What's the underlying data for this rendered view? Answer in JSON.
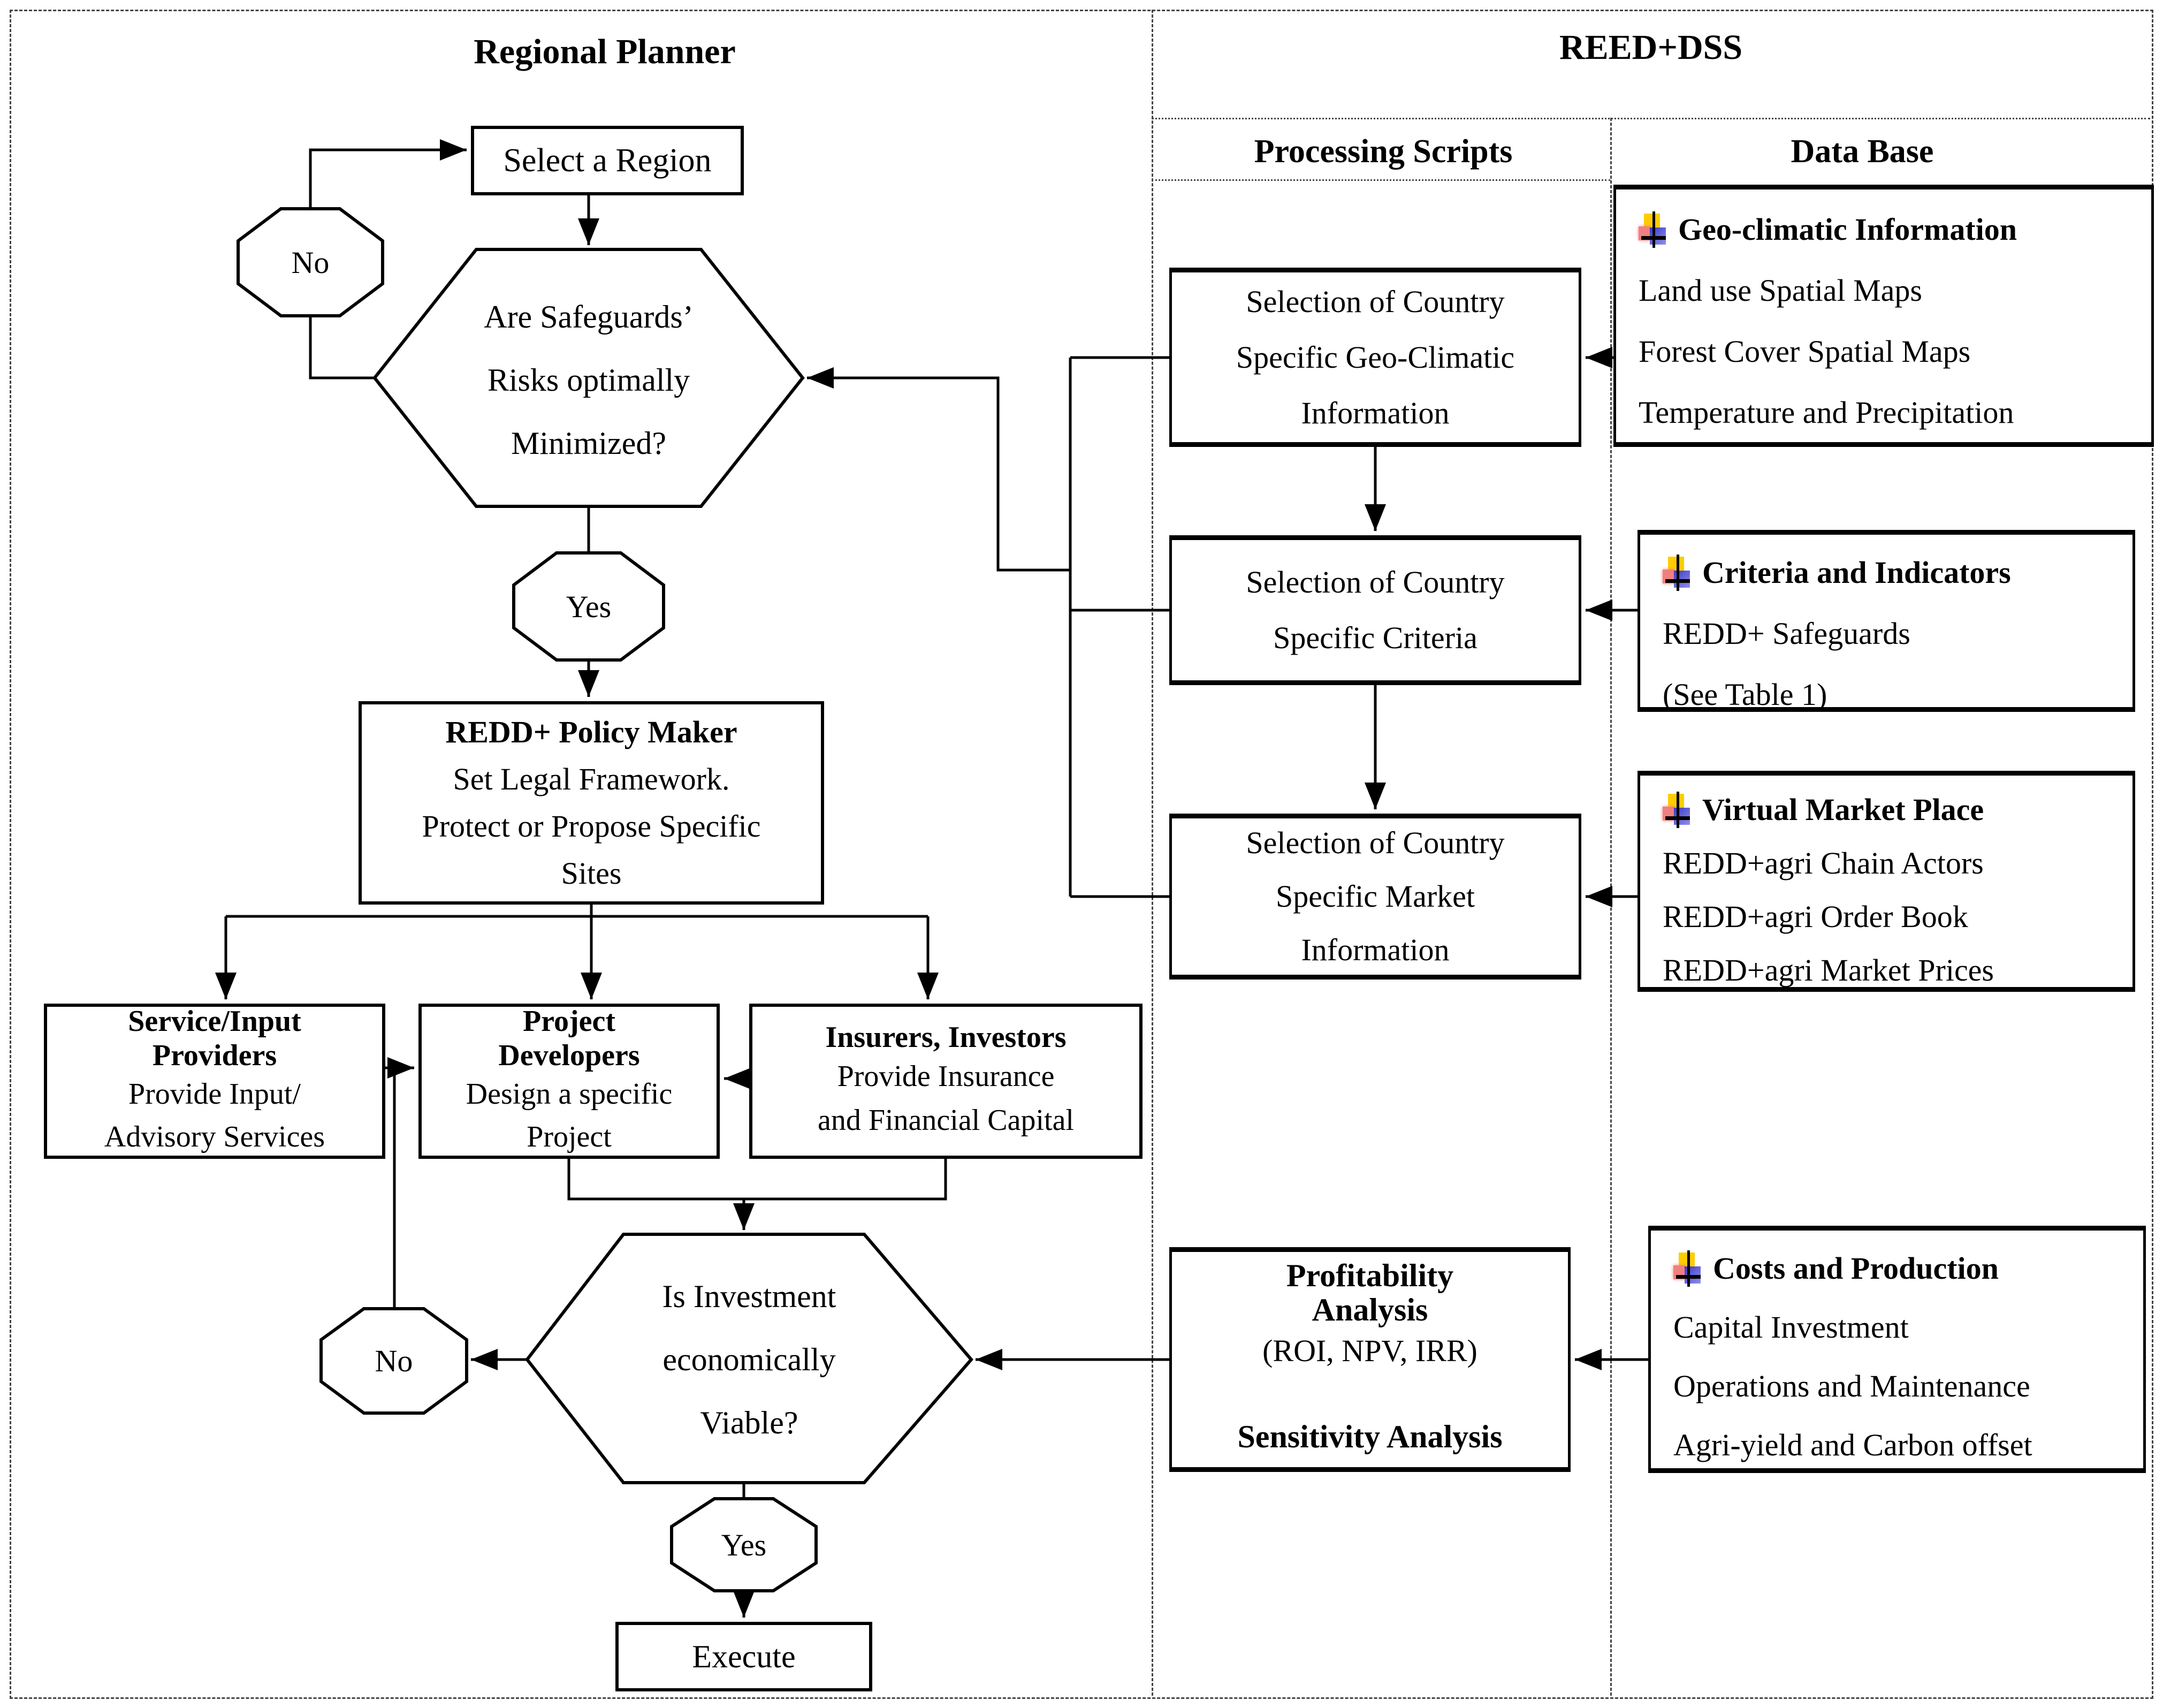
{
  "panels": {
    "left_title": "Regional Planner",
    "right_title": "REED+DSS",
    "columns": {
      "processing": "Processing Scripts",
      "database": "Data Base"
    }
  },
  "nodes": {
    "select_region": {
      "label": "Select a Region"
    },
    "safeguards_decision": {
      "lines": [
        "Are Safeguards’",
        "Risks optimally",
        "Minimized?"
      ]
    },
    "no_top": {
      "label": "No"
    },
    "yes_top": {
      "label": "Yes"
    },
    "policy_maker": {
      "title": "REDD+ Policy Maker",
      "lines": [
        "Set Legal Framework.",
        "Protect or Propose Specific",
        "Sites"
      ]
    },
    "service_providers": {
      "title_lines": [
        "Service/Input",
        "Providers"
      ],
      "lines": [
        "Provide Input/",
        "Advisory Services"
      ]
    },
    "project_developers": {
      "title_lines": [
        "Project",
        "Developers"
      ],
      "lines": [
        "Design a specific",
        "Project"
      ]
    },
    "insurers_investors": {
      "title": "Insurers, Investors",
      "lines": [
        "Provide Insurance",
        "and Financial Capital"
      ]
    },
    "investment_decision": {
      "lines": [
        "Is Investment",
        "economically",
        "Viable?"
      ]
    },
    "no_bottom": {
      "label": "No"
    },
    "yes_bottom": {
      "label": "Yes"
    },
    "execute": {
      "label": "Execute"
    },
    "proc_geo": {
      "lines": [
        "Selection of Country",
        "Specific Geo-Climatic",
        "Information"
      ]
    },
    "proc_criteria": {
      "lines": [
        "Selection of Country",
        "Specific Criteria"
      ]
    },
    "proc_market": {
      "lines": [
        "Selection of Country",
        "Specific Market",
        "Information"
      ]
    },
    "profitability": {
      "title_lines": [
        "Profitability",
        "Analysis"
      ],
      "roi_line": "(ROI, NPV, IRR)",
      "sensitivity": "Sensitivity Analysis"
    },
    "db_geo": {
      "title": "Geo-climatic Information",
      "lines": [
        "Land use Spatial Maps",
        "Forest Cover Spatial Maps",
        "Temperature and Precipitation"
      ]
    },
    "db_criteria": {
      "title": "Criteria and Indicators",
      "lines": [
        "REDD+ Safeguards",
        "(See Table 1)"
      ]
    },
    "db_market": {
      "title": "Virtual Market Place",
      "lines": [
        "REDD+agri Chain Actors",
        "REDD+agri Order Book",
        "REDD+agri Market Prices"
      ]
    },
    "db_costs": {
      "title": "Costs and Production",
      "lines": [
        "Capital Investment",
        "Operations and Maintenance",
        "Agri-yield and Carbon offset"
      ]
    }
  },
  "icon": {
    "name": "database-marker-icon",
    "colors": {
      "yellow": "#FFCC00",
      "red": "#F08080",
      "blue": "#3838C8",
      "line": "#000000"
    }
  },
  "style_colors": {
    "line": "#000000",
    "background": "#FFFFFF",
    "divider": "#444444"
  }
}
